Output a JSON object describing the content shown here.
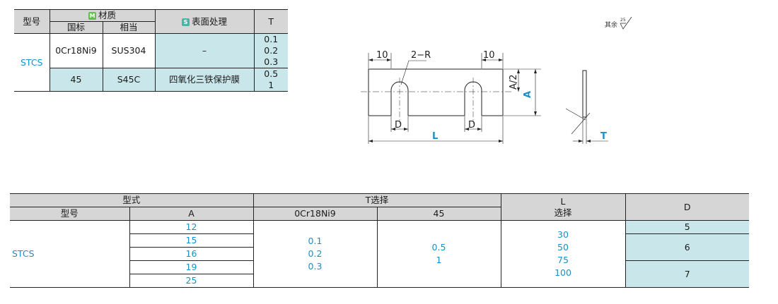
{
  "material_table": {
    "h_model": "型号",
    "h_material": "材质",
    "h_material_tag": "M",
    "h_national": "国标",
    "h_equivalent": "相当",
    "h_surface": "表面处理",
    "h_surface_tag": "S",
    "h_t": "T",
    "model": "STCS",
    "rows": [
      {
        "national": "0Cr18Ni9",
        "equivalent": "SUS304",
        "surface": "–",
        "t_values": [
          "0.1",
          "0.2",
          "0.3"
        ]
      },
      {
        "national": "45",
        "equivalent": "S45C",
        "surface": "四氧化三铁保护膜",
        "t_values": [
          "0.5",
          "1"
        ]
      }
    ]
  },
  "surface_note": {
    "text": "其余",
    "roughness": "25"
  },
  "drawing": {
    "dim_left": "10",
    "dim_slot": "2−R",
    "dim_right": "10",
    "dim_half_a": "A/2",
    "dim_a": "A",
    "dim_d1": "D",
    "dim_d2": "D",
    "dim_l": "L",
    "dim_t": "T"
  },
  "spec_table": {
    "h_type": "型式",
    "h_tsel": "T选择",
    "h_l": "L",
    "h_lsel": "选择",
    "h_d": "D",
    "h_model": "型号",
    "h_a": "A",
    "h_ss": "0Cr18Ni9",
    "h_45": "45",
    "model": "STCS",
    "a_values": [
      "12",
      "15",
      "16",
      "19",
      "25"
    ],
    "t_ss": [
      "0.1",
      "0.2",
      "0.3"
    ],
    "t_45": [
      "0.5",
      "1"
    ],
    "l_values": [
      "30",
      "50",
      "75",
      "100"
    ],
    "d_values": [
      "5",
      "6",
      "7"
    ]
  },
  "colors": {
    "header_bg": "#d6d6d6",
    "highlight_bg": "#c9e7ea",
    "accent_text": "#1a8fc8"
  }
}
